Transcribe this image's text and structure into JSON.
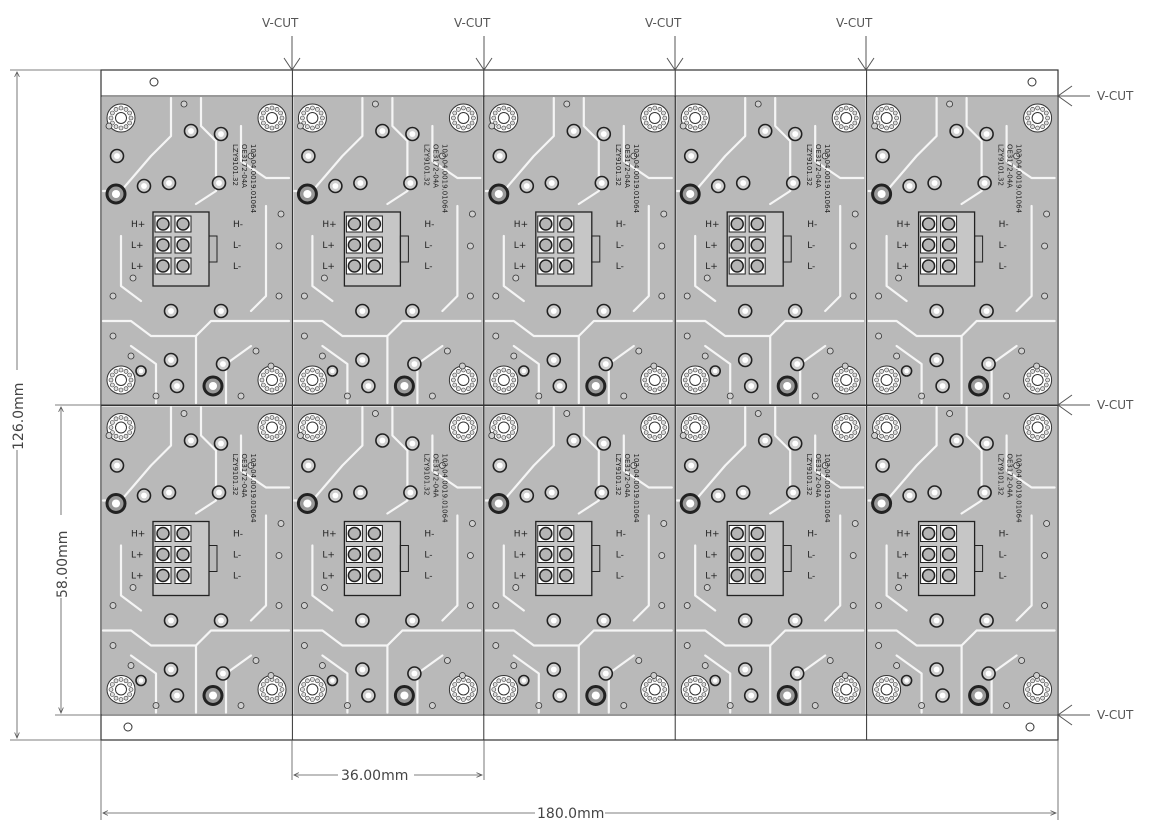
{
  "vcut_label": "V-CUT",
  "dimensions": {
    "overall_width": "180.0mm",
    "overall_height": "126.0mm",
    "unit_width": "36.00mm",
    "unit_height": "58.00mm"
  },
  "panel": {
    "columns": 5,
    "rows": 2,
    "text_line1": "103.04.0019.01064",
    "text_line2": "OE3172-04A",
    "text_line3": "LZY9101.32",
    "pad_labels_left": [
      "H+",
      "L+",
      "L+"
    ],
    "pad_labels_right": [
      "H-",
      "L-",
      "L-"
    ]
  },
  "colors": {
    "board_fill": "#b9b9b9",
    "trace": "#f5f5f5",
    "outline": "#333333",
    "dim_line": "#555555"
  }
}
